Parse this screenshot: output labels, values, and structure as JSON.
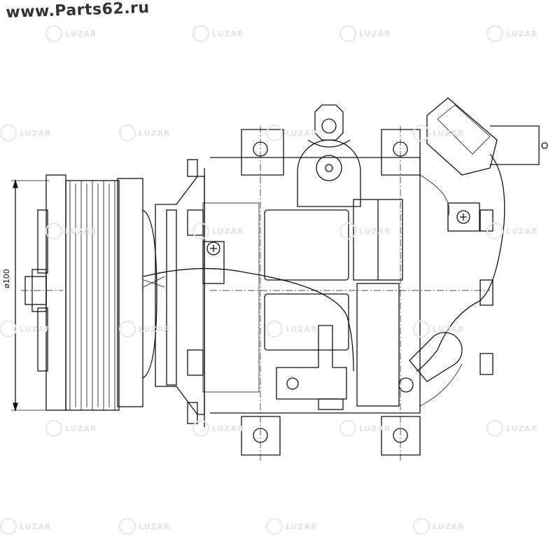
{
  "site_watermark": "www.Parts62.ru",
  "brand_watermark": "LUZAR",
  "dimension_label": "ø100"
}
